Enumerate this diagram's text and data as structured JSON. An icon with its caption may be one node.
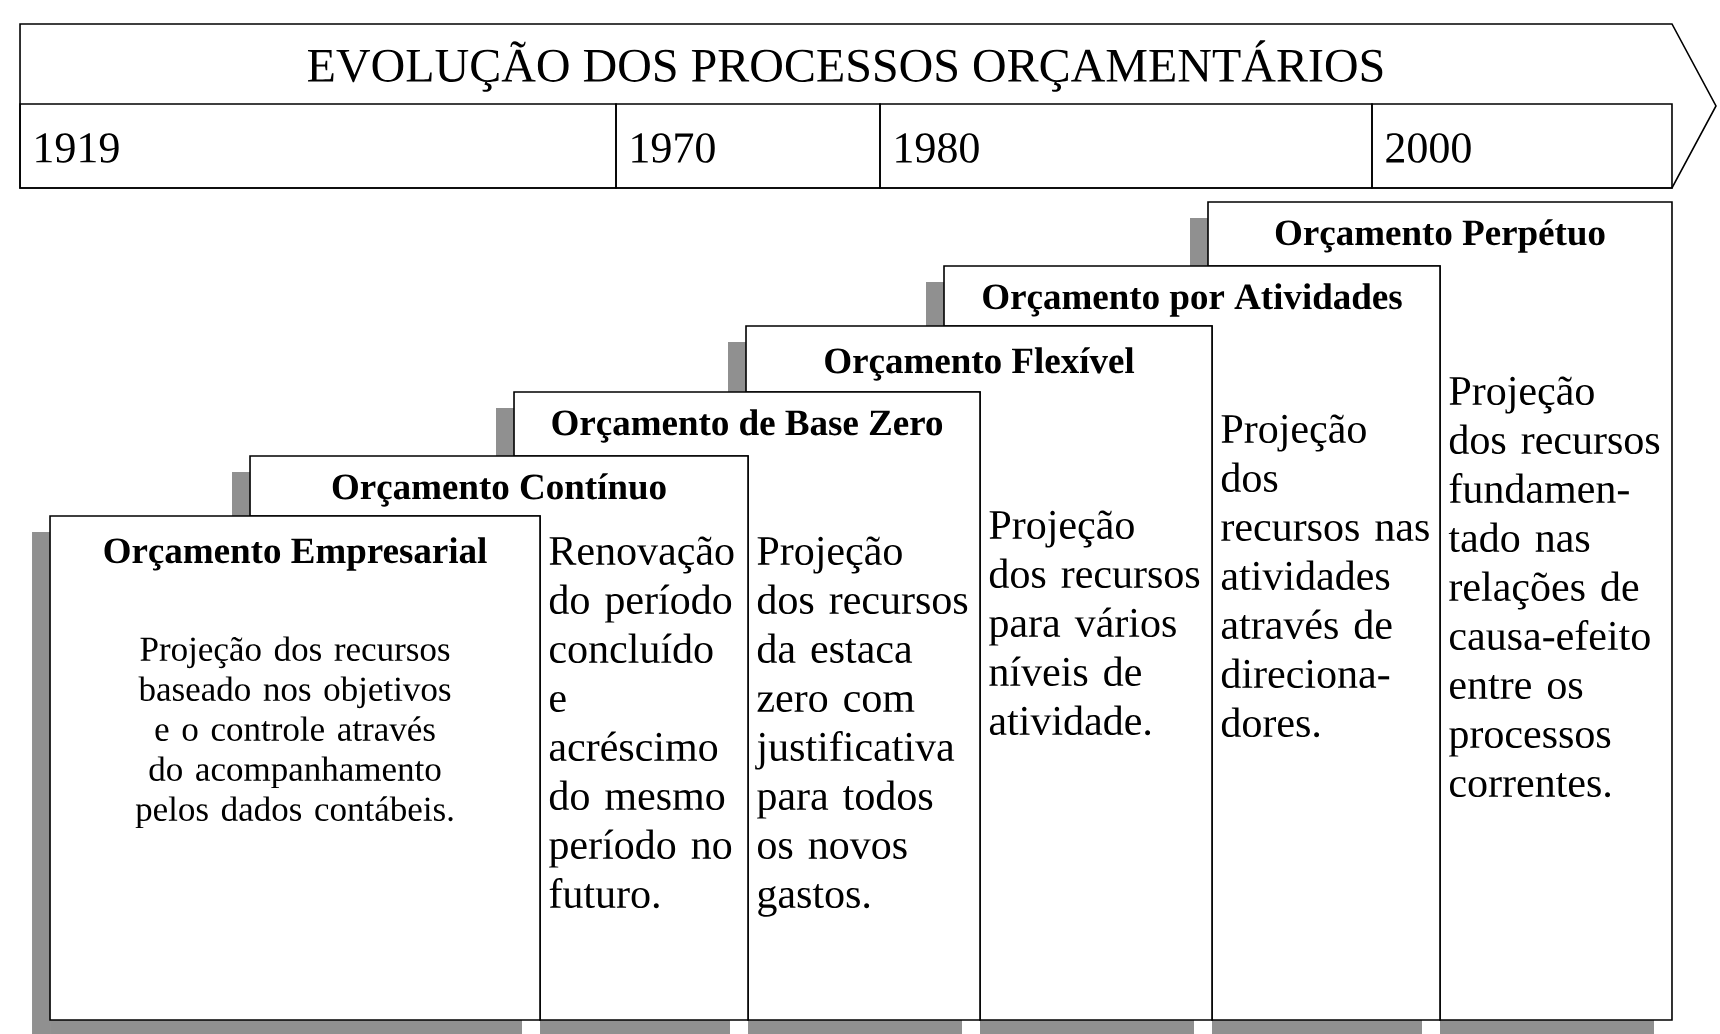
{
  "diagram": {
    "nodes": [
      {
        "text": [
          "EVOLUÇÃO DOS PROCESSOS ORÇAMENTÁRIOS"
        ]
      },
      {
        "text": [
          "1919"
        ],
        "in": 0
      },
      {
        "text": [
          "1970"
        ],
        "in": 0
      },
      {
        "text": [
          "1980"
        ],
        "in": 0
      },
      {
        "text": [
          "2000"
        ],
        "in": 0
      },
      {
        "text": [
          "Orçamento Empresarial",
          "Projeção dos recursos baseado nos objetivos e o controle através do acompanhamento pelos dados contábeis."
        ]
      },
      {
        "text": [
          "Orçamento Contínuo",
          "Renovação do período concluído e acréscimo do mesmo período no futuro."
        ]
      },
      {
        "text": [
          "Orçamento de Base Zero",
          "Projeção dos recursos da estaca zero com justificativa para todos os novos gastos."
        ]
      },
      {
        "text": [
          "Orçamento Flexível",
          "Projeção dos recursos para vários níveis de atividade."
        ]
      },
      {
        "text": [
          "Orçamento por Atividades",
          "Projeção dos recursos nas atividades através de direciona- dores."
        ]
      },
      {
        "text": [
          "Orçamento Perpétuo",
          "Projeção dos recursos fundamen- tado nas relações de causa-efeito entre os processos correntes."
        ]
      }
    ]
  }
}
